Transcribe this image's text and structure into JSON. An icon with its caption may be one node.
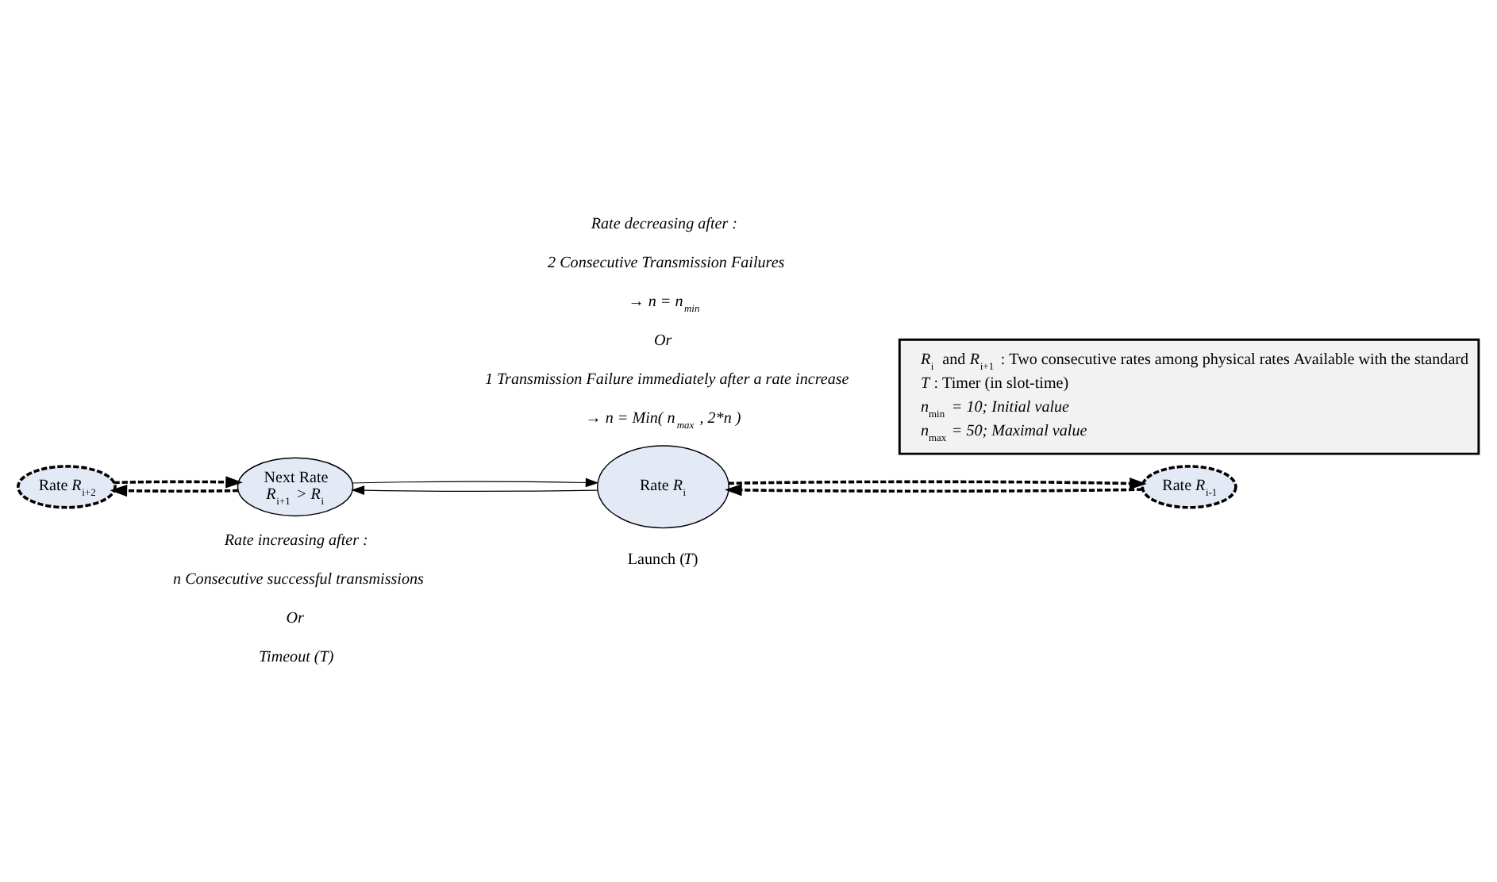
{
  "diagram": {
    "nodes": [
      {
        "text": [
          "*R*$_{i}$ and *R*$_{i+1}$ : Two consecutive rates among physical rates Available with the standard",
          "*T* : Timer (in slot-time)",
          "*n*$_{min}$ *= 10; Initial value*",
          "*n*$_{max}$ *= 50; Maximal value*"
        ]
      },
      {
        "text": [
          "Next Rate",
          "*R*$_{i+1}$ > *R*$_{i}$"
        ]
      },
      {
        "text": [
          "Rate *R*$_{i+2}$"
        ]
      },
      {
        "text": [
          "Rate *R*$_{i}$"
        ],
        "beside": [
          "Launch (*T*)"
        ]
      },
      {
        "text": [
          "Rate *R*$_{i-1}$"
        ]
      }
    ],
    "edges": [
      {
        "from": 1,
        "to": 3,
        "arrow": "to"
      },
      {
        "from": 3,
        "to": 1,
        "arrow": "to"
      },
      {
        "from": 2,
        "to": 1,
        "arrow": "to",
        "style": "dashed"
      },
      {
        "from": 1,
        "to": 2,
        "arrow": "to",
        "style": "dashed"
      },
      {
        "from": 3,
        "to": 4,
        "arrow": "to",
        "style": "dashed"
      },
      {
        "from": 4,
        "to": 3,
        "arrow": "to",
        "style": "dashed"
      }
    ],
    "labels": [
      "Rate decreasing after :",
      "2 Consecutive Transmission Failures",
      "→ n = n$_{min}$",
      "Or",
      "1 Transmission Failure immediately after a rate increase",
      "→ n = Min( n$_{max}$ , 2*n )",
      "Rate increasing after :",
      "n Consecutive successful transmissions",
      "Or",
      "Timeout (T)"
    ]
  }
}
